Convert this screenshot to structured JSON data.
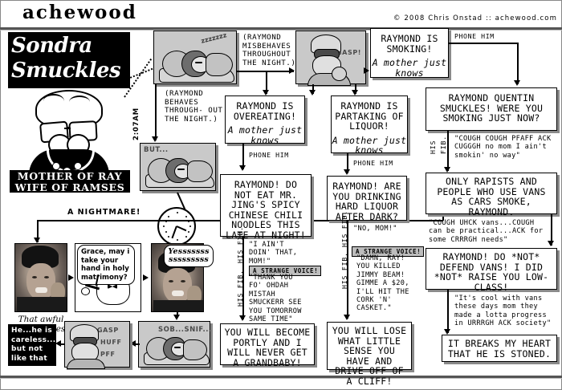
{
  "header": {
    "logo": "achewood",
    "copyright": "© 2008 Chris Onstad :: achewood.com"
  },
  "title": {
    "line1": "Sondra",
    "line2": "Smuckles",
    "plaque_line1": "MOTHER OF RAY",
    "plaque_line2": "WIFE OF RAMSES"
  },
  "panels": {
    "sleep1_zzz": "zzzzzzz",
    "but_caption": "BUT...",
    "gasp": "GASP!",
    "sob_snif": "SOB...SNIF...",
    "sfx_gasp": "GASP",
    "sfx_huff": "HUFF",
    "sfx_pff": "PFF",
    "time_label": "2:07AM",
    "nightmare_label": "A NIGHTMARE!",
    "grace_caption_line1": "That awful",
    "grace_caption_line2": "Grace Jones.",
    "proposal_bubble": "Grace, may i take your hand in holy matrimony?",
    "yes_bubble_line1": "Yesssssss",
    "yes_bubble_line2": "sssssssss",
    "careless_box": "He...he is careless... but not like that"
  },
  "narration": {
    "misbehaves": "(RAYMOND MISBEHAVES THROUGHOUT THE NIGHT.)",
    "behaves": "(RAYMOND BEHAVES THROUGH- OUT THE NIGHT.)"
  },
  "flow": {
    "overeating": {
      "shout": "RAYMOND IS OVEREATING!",
      "mom": "A mother just knows"
    },
    "partaking": {
      "shout": "RAYMOND IS PARTAKING OF LIQUOR!",
      "mom": "A mother just knows"
    },
    "smoking": {
      "shout": "RAYMOND IS SMOKING!",
      "mom": "A mother just knows"
    },
    "edge_phone_1": "PHONE HIM",
    "edge_phone_2": "PHONE HIM",
    "edge_phone_3": "PHONE HIM",
    "noodles": "RAYMOND! DO NOT EAT MR. JING'S SPICY CHINESE CHILI NOODLES THIS LATE AT NIGHT!",
    "liquor_q": "RAYMOND! ARE YOU DRINKING HARD LIQUOR AFTER DARK?",
    "smoking_q": "RAYMOND QUENTIN SMUCKLES! WERE YOU SMOKING JUST NOW?",
    "fib_label_a1": "HIS FIB.",
    "fib_label_a2": "HIS FIB.",
    "fib_label_b1": "HIS FIB.",
    "fib_label_b2": "HIS FIB.",
    "fib_label_c1": "HIS",
    "fib_label_c2": "FIB.",
    "strange_voice_1": "A STRANGE VOICE!",
    "strange_voice_2": "A STRANGE VOICE!",
    "fib_noodles": "\"I AIN'T DOIN' THAT, MOM!\"",
    "voice_noodles": "\"THANK YOU FO' OHDAH MISTAH SMUCKERR SEE YOU TOMORROW SAME TIME\"",
    "fib_liquor": "\"NO, MOM!\"",
    "voice_liquor": "\"DAMN, RAY! YOU KILLED JIMMY BEAM! GIMME A $20, I'LL HIT THE CORK 'N' CASKET.\"",
    "fib_smoking": "\"COUGH COUGH PFAFF ACK CUGGGH no mom I ain't smokin' no way\"",
    "rapists": "ONLY RAPISTS AND PEOPLE WHO USE VANS AS CARS SMOKE, RAYMOND.",
    "fib_vans": "\"COUGH UHCK vans...COUGH can be practical...ACK for some CRRRGH needs\"",
    "defend_vans": "RAYMOND! DO *NOT* DEFEND VANS! I DID *NOT* RAISE YOU LOW-CLASS!",
    "fib_cool": "\"It's cool with vans these days mom they made a lotta progress in URRRGH ACK society\"",
    "breaks_heart": "IT BREAKS MY HEART THAT HE IS STONED.",
    "portly": "YOU WILL BECOME PORTLY AND I WILL NEVER GET A GRANDBABY!",
    "cliff": "YOU WILL LOSE WHAT LITTLE SENSE YOU HAVE AND DRIVE OFF OF A CLIFF!"
  },
  "colors": {
    "ink": "#000000",
    "panel_gray": "#c9c9c9",
    "shadow_gray": "#8a8a8a",
    "strange_voice_gray": "#bdbdbd"
  }
}
